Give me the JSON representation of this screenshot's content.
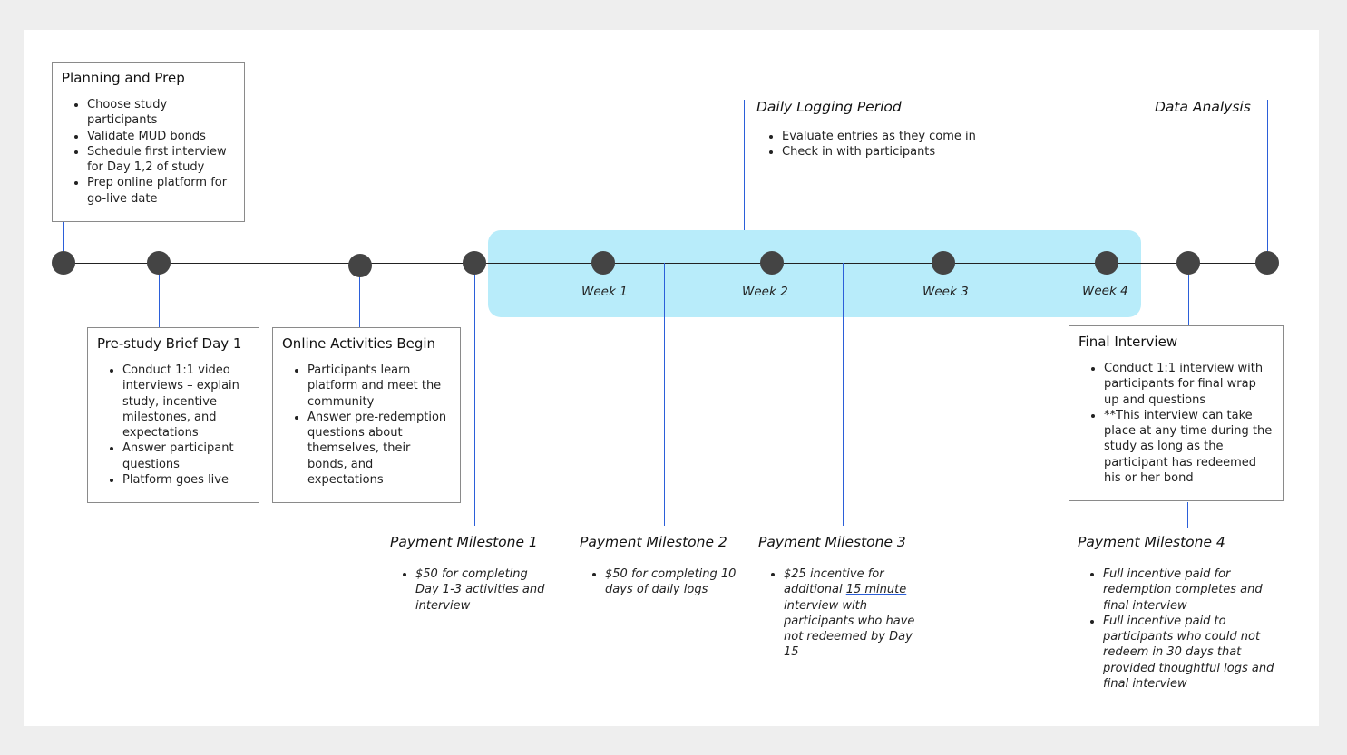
{
  "planning": {
    "title": "Planning and Prep",
    "items": [
      "Choose study participants",
      "Validate MUD bonds",
      "Schedule first interview for Day 1,2 of study",
      "Prep online platform for go-live date"
    ]
  },
  "prestudy": {
    "title": "Pre-study Brief Day 1",
    "items": [
      "Conduct 1:1 video interviews – explain study, incentive milestones, and expectations",
      "Answer participant questions",
      "Platform goes live"
    ]
  },
  "online": {
    "title": "Online Activities Begin",
    "items": [
      "Participants learn platform and meet the community",
      "Answer pre-redemption questions about themselves, their bonds, and expectations"
    ]
  },
  "daily_logging": {
    "title": "Daily Logging Period",
    "items": [
      "Evaluate entries as they come in",
      "Check in with participants"
    ]
  },
  "data_analysis": {
    "title": "Data Analysis"
  },
  "weeks": [
    "Week 1",
    "Week 2",
    "Week 3",
    "Week 4"
  ],
  "final_interview": {
    "title": "Final Interview",
    "items": [
      "Conduct 1:1 interview with participants for final wrap up and questions",
      "**This interview  can take place at any time during the study as long as the participant has redeemed his or her bond"
    ]
  },
  "milestone1": {
    "title": "Payment Milestone 1",
    "items": [
      "$50 for completing Day 1-3 activities and interview"
    ]
  },
  "milestone2": {
    "title": "Payment Milestone 2",
    "items": [
      "$50 for completing 10 days of daily logs"
    ]
  },
  "milestone3": {
    "title": "Payment Milestone 3",
    "item_pre": "$25 incentive for additional ",
    "item_link": "15 minute",
    "item_post": " interview with participants who have not redeemed by Day 15"
  },
  "milestone4": {
    "title": "Payment Milestone 4",
    "items": [
      "Full incentive paid for redemption completes and final interview",
      "Full incentive paid to participants who could not redeem in 30 days that provided thoughtful logs and final interview"
    ]
  }
}
